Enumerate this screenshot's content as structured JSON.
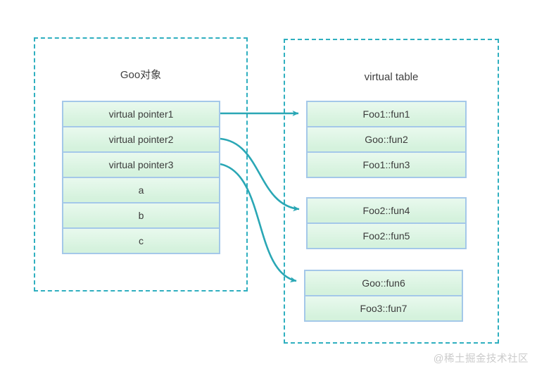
{
  "left_box": {
    "title": "Goo对象",
    "rows": [
      "virtual pointer1",
      "virtual pointer2",
      "virtual pointer3",
      "a",
      "b",
      "c"
    ]
  },
  "right_box": {
    "title": "virtual table",
    "tables": [
      {
        "rows": [
          "Foo1::fun1",
          "Goo::fun2",
          "Foo1::fun3"
        ]
      },
      {
        "rows": [
          "Foo2::fun4",
          "Foo2::fun5"
        ]
      },
      {
        "rows": [
          "Goo::fun6",
          "Foo3::fun7"
        ]
      }
    ]
  },
  "arrows": [
    {
      "from": "virtual pointer1",
      "to": "Foo1::fun1"
    },
    {
      "from": "virtual pointer2",
      "to": "Foo2::fun4"
    },
    {
      "from": "virtual pointer3",
      "to": "Goo::fun6"
    }
  ],
  "watermark": "@稀土掘金技术社区",
  "colors": {
    "dashed_border": "#2fafbf",
    "arrow": "#2aa7b5",
    "row_fill": "#d9f3e0",
    "row_border": "#a4c8e9",
    "text": "#3c3c3c",
    "watermark": "#cbcbcb"
  }
}
